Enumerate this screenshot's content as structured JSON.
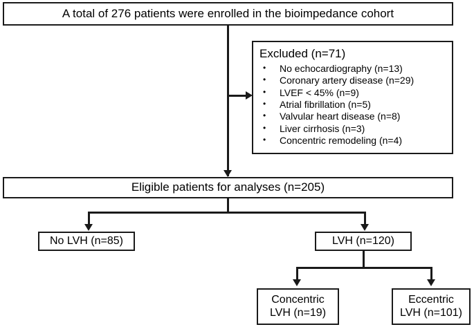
{
  "flowchart": {
    "top_box": {
      "text": "A total of 276 patients were enrolled in the bioimpedance cohort"
    },
    "excluded_box": {
      "title": "Excluded (n=71)",
      "items": [
        "No echocardiography (n=13)",
        "Coronary artery disease (n=29)",
        "LVEF < 45% (n=9)",
        "Atrial fibrillation (n=5)",
        "Valvular heart disease (n=8)",
        "Liver cirrhosis (n=3)",
        "Concentric remodeling (n=4)"
      ]
    },
    "eligible_box": {
      "text": "Eligible patients for analyses (n=205)"
    },
    "no_lvh_box": {
      "text": "No LVH (n=85)"
    },
    "lvh_box": {
      "text": "LVH (n=120)"
    },
    "concentric_box": {
      "line1": "Concentric",
      "line2": "LVH (n=19)"
    },
    "eccentric_box": {
      "line1": "Eccentric",
      "line2": "LVH (n=101)"
    },
    "colors": {
      "stroke": "#1a1a1a",
      "background": "#ffffff",
      "text": "#000000"
    }
  }
}
